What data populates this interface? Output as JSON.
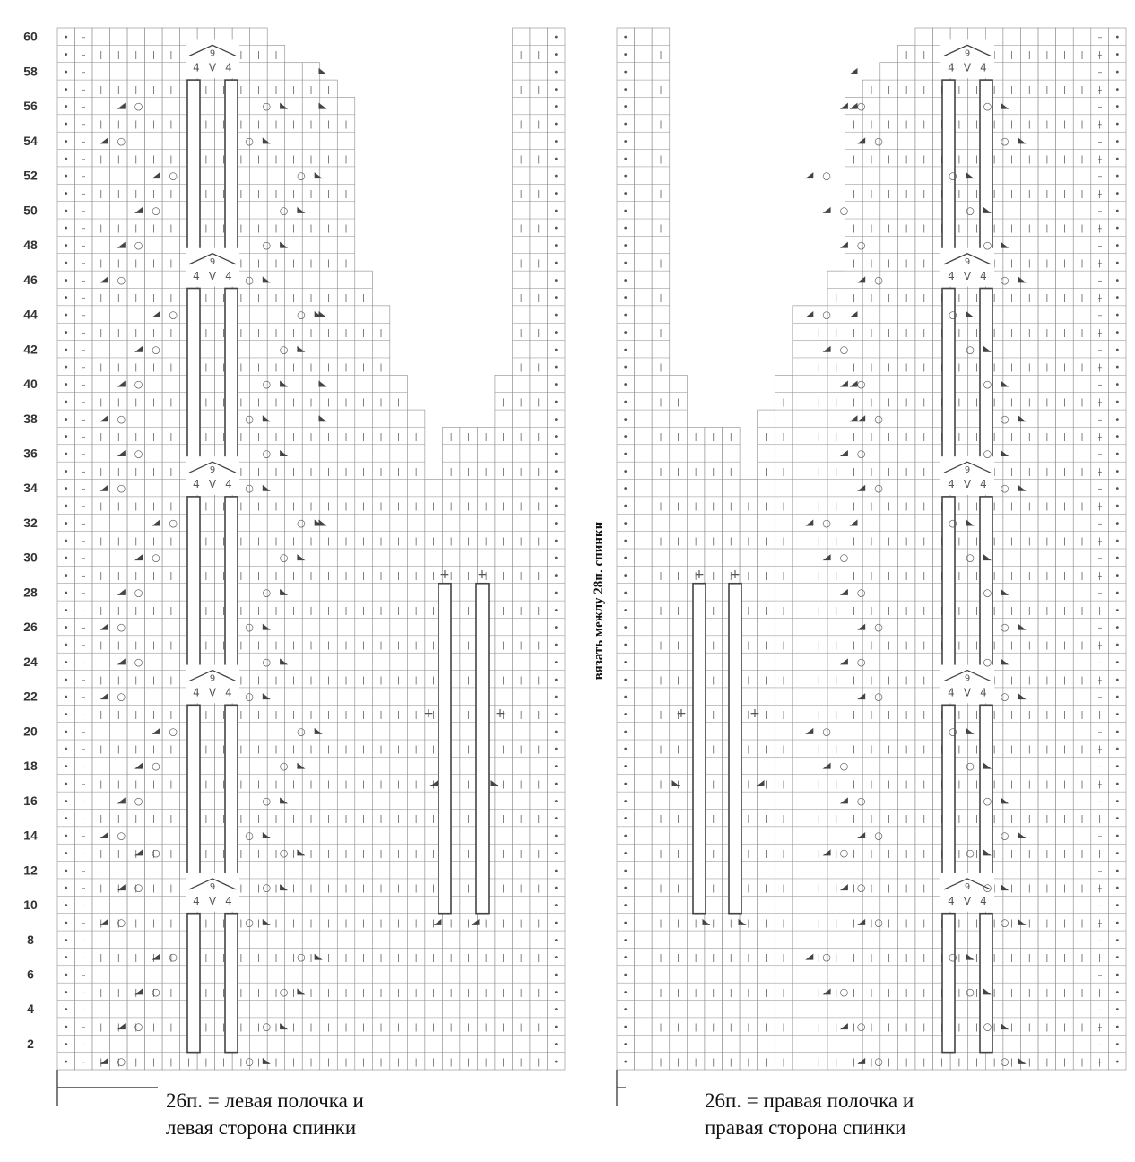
{
  "row_labels": [
    "2",
    "4",
    "6",
    "8",
    "10",
    "12",
    "14",
    "16",
    "18",
    "20",
    "22",
    "24",
    "26",
    "28",
    "30",
    "32",
    "34",
    "36",
    "38",
    "40",
    "42",
    "44",
    "46",
    "48",
    "50",
    "52",
    "54",
    "56",
    "58",
    "60"
  ],
  "symbols": {
    "edge": "•",
    "purl": "–",
    "knit": "|",
    "yarn_over": "○",
    "cable_count_top": "9",
    "cable_count_side": "4",
    "cable_mark": "V",
    "increase": "+"
  },
  "center_note": "вязать межлу 28п.  спинки",
  "caption_left": {
    "line1": "26п. = левая полочка и",
    "line2": "левая сторона спинки"
  },
  "caption_right": {
    "line1": "26п. = правая полочка и",
    "line2": "правая сторона спинки"
  },
  "colors": {
    "grid": "#8a8a8a",
    "outline": "#444444",
    "symbol": "#555555",
    "background": "#ffffff"
  }
}
